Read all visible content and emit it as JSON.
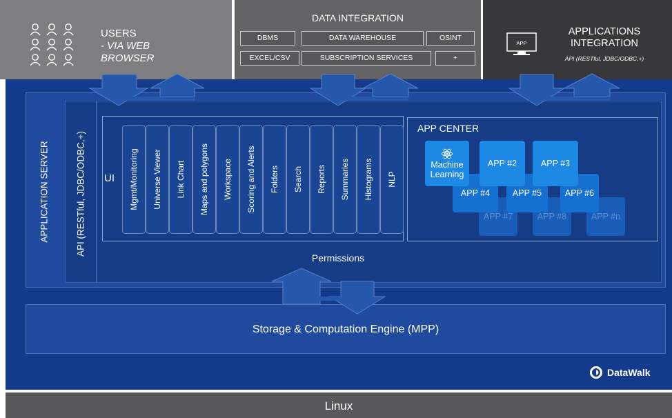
{
  "users": {
    "title": "USERS",
    "line2": "- VIA WEB",
    "line3": "BROWSER"
  },
  "data_integration": {
    "title": "DATA INTEGRATION",
    "sources": [
      "DBMS",
      "DATA WAREHOUSE",
      "OSINT",
      "EXCEL/CSV",
      "SUBSCRIPTION SERVICES",
      "+"
    ]
  },
  "applications_integration": {
    "title_line1": "APPLICATIONS",
    "title_line2": "INTEGRATION",
    "subtitle": "API (RESTful, JDBC/ODBC,+)",
    "screen_label": "APP"
  },
  "application_server": {
    "label": "APPLICATION SERVER"
  },
  "api": {
    "label": "API (RESTful, JDBC/ODBC,+)"
  },
  "ui": {
    "label": "UI",
    "modules": [
      "Mgmt/Monitoring",
      "Universe Viewer",
      "Link Chart",
      "Maps and polygons",
      "Workspace",
      "Scoring and Alerts",
      "Folders",
      "Search",
      "Reports",
      "Summaries",
      "Histograms",
      "NLP"
    ]
  },
  "app_center": {
    "title": "APP CENTER",
    "ml_line1": "Machine",
    "ml_line2": "Learning",
    "apps": [
      "APP #2",
      "APP #3",
      "APP #4",
      "APP #5",
      "APP #6",
      "APP #7",
      "APP #8",
      "APP #n"
    ]
  },
  "permissions": "Permissions",
  "storage": "Storage & Computation Engine (MPP)",
  "brand": "DataWalk",
  "linux": "Linux",
  "colors": {
    "blue_bg": "#143a8b",
    "app_tile": "#1e88e5",
    "app_tile_dim": "#1565c0"
  }
}
